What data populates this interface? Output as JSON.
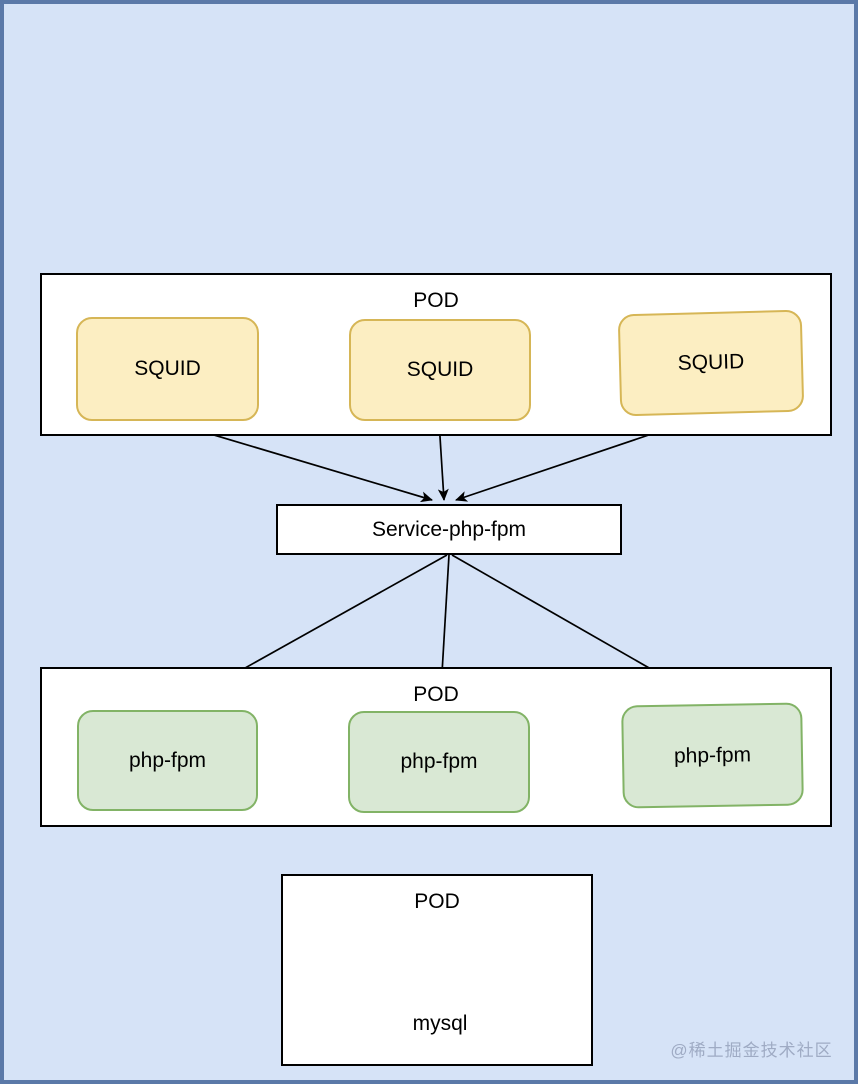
{
  "diagram": {
    "pods": [
      {
        "label": "POD",
        "containers": [
          "SQUID",
          "SQUID",
          "SQUID"
        ]
      },
      {
        "label": "POD",
        "containers": [
          "php-fpm",
          "php-fpm",
          "php-fpm"
        ]
      },
      {
        "label": "POD",
        "database": "mysql"
      }
    ],
    "service": {
      "label": "Service-php-fpm"
    },
    "edges": [
      {
        "from": "SQUID-1",
        "to": "Service-php-fpm"
      },
      {
        "from": "SQUID-2",
        "to": "Service-php-fpm"
      },
      {
        "from": "SQUID-3",
        "to": "Service-php-fpm"
      },
      {
        "from": "Service-php-fpm",
        "to": "php-fpm-1"
      },
      {
        "from": "Service-php-fpm",
        "to": "php-fpm-2"
      },
      {
        "from": "Service-php-fpm",
        "to": "php-fpm-3"
      }
    ],
    "watermark": "@稀土掘金技术社区",
    "colors": {
      "canvas-bg": "#d6e3f7",
      "canvas-border": "#5b79a8",
      "pod-bg": "#ffffff",
      "pod-border": "#000000",
      "squid-fill": "#fceec2",
      "squid-border": "#d6b656",
      "phpfpm-fill": "#d9e8d4",
      "phpfpm-border": "#82b366",
      "db-fill": "#f5c6c3",
      "db-border": "#b85450",
      "arrow": "#000000",
      "watermark-color": "#9fabc4"
    }
  }
}
